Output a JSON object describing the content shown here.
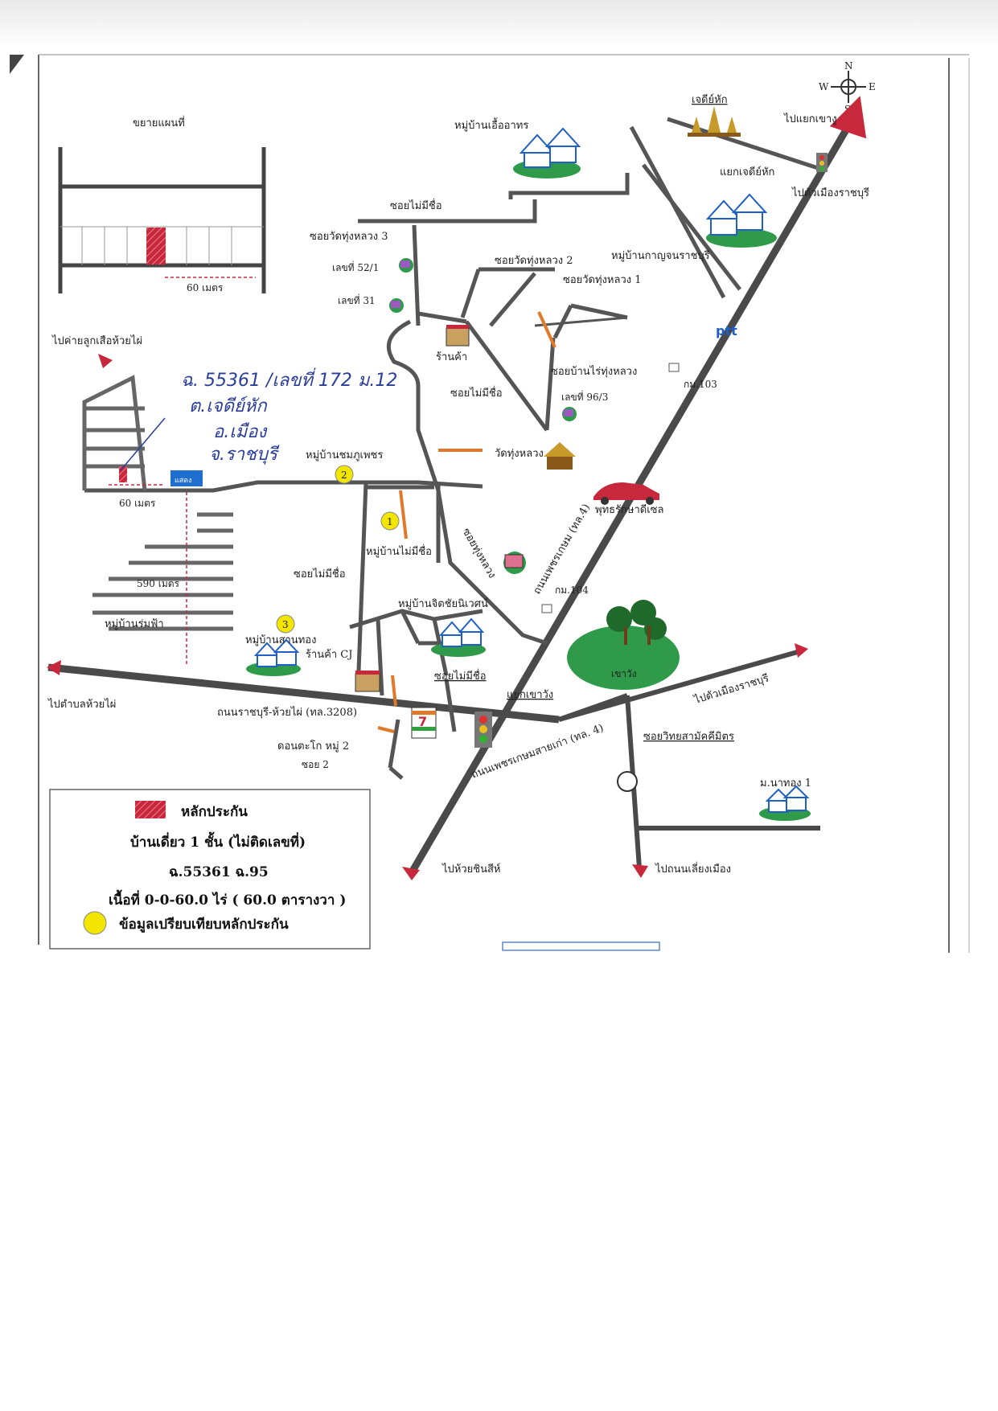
{
  "compass": {
    "n": "N",
    "s": "S",
    "e": "E",
    "w": "W"
  },
  "inset": {
    "title": "ขยายแผนที่",
    "scale": "60 เมตร"
  },
  "places": {
    "villages": {
      "ueaarthon": "หมู่บ้านเอื้ออาทร",
      "kanjanaburi": "หมู่บ้านกาญจนราชบุรี",
      "chomphuphet": "หมู่บ้านชมภูเพชร",
      "maimeechue": "หมู่บ้านไม่มีชื่อ",
      "romfa": "หมู่บ้านร่มฟ้า",
      "santhong": "หมู่บ้านสานทอง",
      "jitchai": "หมู่บ้านจิตชัยนิเวศน์",
      "mathong": "ม.นาทอง 1"
    },
    "sois": {
      "nameless_top": "ซอยไม่มีชื่อ",
      "watthung3": "ซอยวัดทุ่งหลวง 3",
      "watthung2": "ซอยวัดทุ่งหลวง 2",
      "watthung1": "ซอยวัดทุ่งหลวง 1",
      "banraithung": "ซอยบ้านไร่ทุ่งหลวง",
      "nameless_mid": "ซอยไม่มีชื่อ",
      "thungluang": "ซอยทุ่งหลวง",
      "nameless_left": "ซอยไม่มีชื่อ",
      "nameless_bottom": "ซอยไม่มีชื่อ",
      "witthayasamanmit": "ซอยวิทยสามัคคีมิตร",
      "soi2": "ซอย 2"
    },
    "houses": {
      "h521": "เลขที่ 52/1",
      "h31": "เลขที่ 31",
      "h963": "เลขที่ 96/3"
    },
    "landmarks": {
      "chedihak": "เจดีย์หัก",
      "yaekchedihak": "แยกเจดีย์หัก",
      "yaekkhaowang": "แยกเขาวัง",
      "shop_top": "ร้านค้า",
      "shop_cj": "ร้านค้า CJ",
      "watthungluang": "วัดทุ่งหลวง",
      "dealer": "พุทธรักษาดีเซล",
      "km103": "กม.103",
      "km104": "กม.104",
      "khaowang": "เขาวัง",
      "ptt": "ptt",
      "donta": "ดอนตะโก หมู่ 2",
      "seven": "7"
    },
    "roads": {
      "phetkasem": "ถนนเพชรเกษม (ทล.4)",
      "ratchaburi_huaiphai": "ถนนราชบุรี-ห้วยไผ่ (ทล.3208)",
      "phetkasem_old": "ถนนเพชรเกษมสายเก่า (ทล. 4)"
    },
    "directions": {
      "to_yaekkhaongu": "ไปแยกเขางู",
      "to_city": "ไปตัวเมืองราชบุรี",
      "to_city_2": "ไปตัวเมืองราชบุรี",
      "to_huaiphai_nw": "ไปค่ายลูกเสือห้วยไผ่",
      "to_huaiphai_w": "ไปตำบลห้วยไผ่",
      "to_huaichinsi": "ไปห้วยชินสีห์",
      "to_bypass": "ไปถนนเลี่ยงเมือง"
    }
  },
  "subject": {
    "distance_near": "60 เมตร",
    "distance_far": "590 เมตร",
    "marker": "แสดง"
  },
  "handwriting": {
    "line1": "ฉ. 55361 /เลขที่ 172 ม.12",
    "line2": "ต.เจดีย์หัก",
    "line3": "อ.เมือง",
    "line4": "จ.ราชบุรี"
  },
  "comparison_points": [
    "1",
    "2",
    "3"
  ],
  "legend": {
    "collateral": "หลักประกัน",
    "house_type": "บ้านเดี่ยว 1 ชั้น (ไม่ติดเลขที่)",
    "deed": "ฉ.55361 ฉ.95",
    "area": "เนื้อที่ 0-0-60.0 ไร่ ( 60.0 ตารางวา )",
    "comparison": "ข้อมูลเปรียบเทียบหลักประกัน"
  },
  "colors": {
    "road": "#4a4a4a",
    "orange_soi": "#e07a2a",
    "collateral": "#c8283c",
    "comparison": "#f2e600",
    "handwriting": "#2a3d9a",
    "park": "#2e9a4a"
  }
}
